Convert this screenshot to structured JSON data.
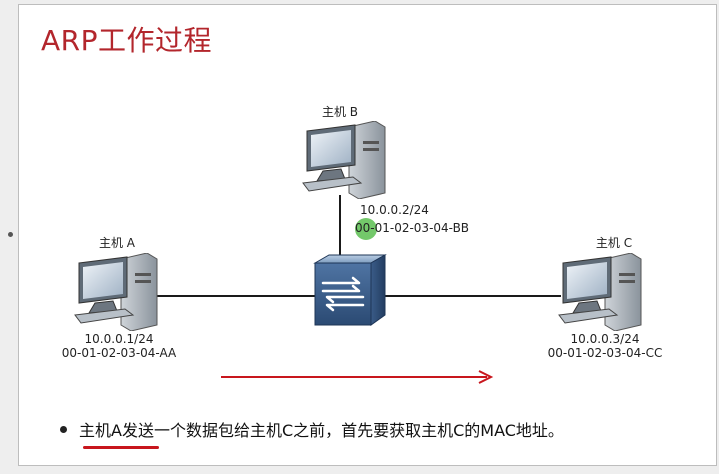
{
  "title": "ARP工作过程",
  "hosts": {
    "a": {
      "name": "主机 A",
      "ip": "10.0.0.1/24",
      "mac": "00-01-02-03-04-AA"
    },
    "b": {
      "name": "主机 B",
      "ip": "10.0.0.2/24",
      "mac": "00-01-02-03-04-BB"
    },
    "c": {
      "name": "主机 C",
      "ip": "10.0.0.3/24",
      "mac": "00-01-02-03-04-CC"
    }
  },
  "bullet": "主机A发送一个数据包给主机C之前，首先要获取主机C的MAC地址。",
  "colors": {
    "title": "#b3262c",
    "arrow": "#c8161d",
    "underline": "#c8161d",
    "cursor": "#5abe50"
  }
}
